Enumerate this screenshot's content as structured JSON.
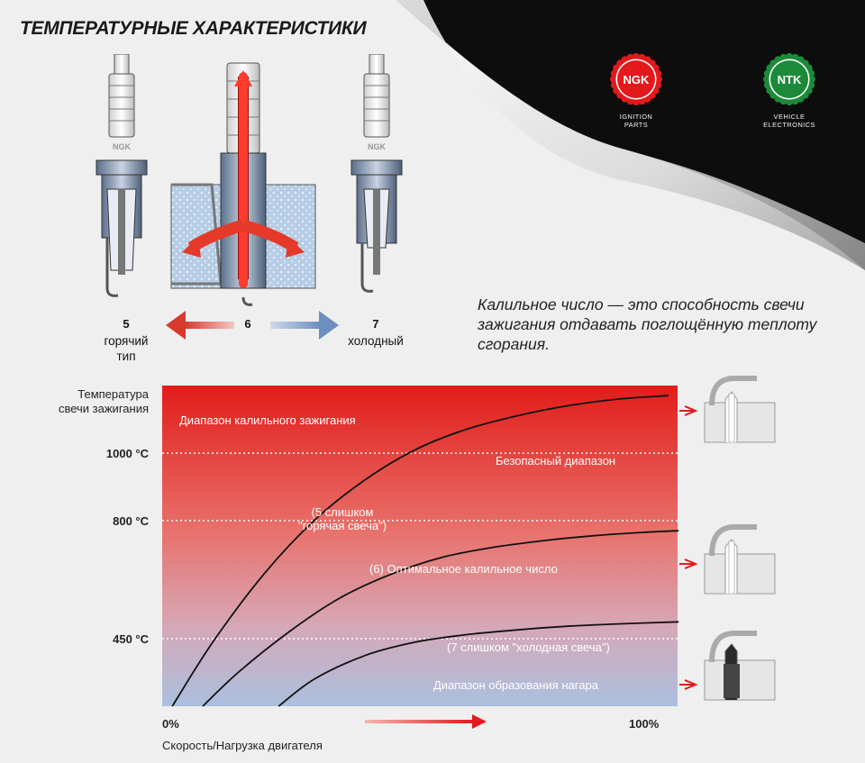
{
  "title": "ТЕМПЕРАТУРНЫЕ ХАРАКТЕРИСТИКИ",
  "logos": {
    "ngk": {
      "text": "NGK",
      "caption1": "IGNITION",
      "caption2": "PARTS",
      "color": "#e3191c"
    },
    "ntk": {
      "text": "NTK",
      "caption1": "VEHICLE",
      "caption2": "ELECTRONICS",
      "color": "#1d8a3a"
    }
  },
  "plug_brand": "NGK",
  "heat_range": {
    "hot_num": "5",
    "hot_line1": "горячий",
    "hot_line2": "тип",
    "mid_num": "6",
    "cold_num": "7",
    "cold_line1": "холодный"
  },
  "description": "Калильное число — это способность свечи зажигания отдавать поглощённую теплоту сгорания.",
  "chart_data": {
    "type": "line",
    "ylabel_line1": "Температура",
    "ylabel_line2": "свечи зажигания",
    "xlabel": "Скорость/Нагрузка двигателя",
    "x_min_label": "0%",
    "x_max_label": "100%",
    "xlim": [
      0,
      100
    ],
    "ylim": [
      250,
      1200
    ],
    "y_ticks": [
      {
        "value": 1000,
        "label": "1000 °C"
      },
      {
        "value": 800,
        "label": "800 °C"
      },
      {
        "value": 450,
        "label": "450 °C"
      }
    ],
    "zones": {
      "preignition": "Диапазон калильного зажигания",
      "safe": "Безопасный диапазон",
      "fouling": "Диапазон образования нагара"
    },
    "series": [
      {
        "name": "(5 слишком\n\"горячая свеча\")",
        "x": [
          2,
          10,
          20,
          30,
          40,
          50,
          60,
          70,
          80,
          90,
          100
        ],
        "y": [
          250,
          440,
          640,
          800,
          920,
          1010,
          1070,
          1110,
          1140,
          1160,
          1170
        ]
      },
      {
        "name": "(6) Оптимальное калильное число",
        "x": [
          8,
          15,
          25,
          35,
          45,
          55,
          65,
          75,
          85,
          95,
          102
        ],
        "y": [
          250,
          350,
          470,
          570,
          640,
          690,
          720,
          740,
          755,
          765,
          770
        ]
      },
      {
        "name": "(7 слишком \"холодная свеча\")",
        "x": [
          23,
          30,
          40,
          50,
          60,
          70,
          80,
          90,
          102
        ],
        "y": [
          250,
          330,
          400,
          440,
          462,
          476,
          487,
          494,
          500
        ]
      }
    ]
  }
}
